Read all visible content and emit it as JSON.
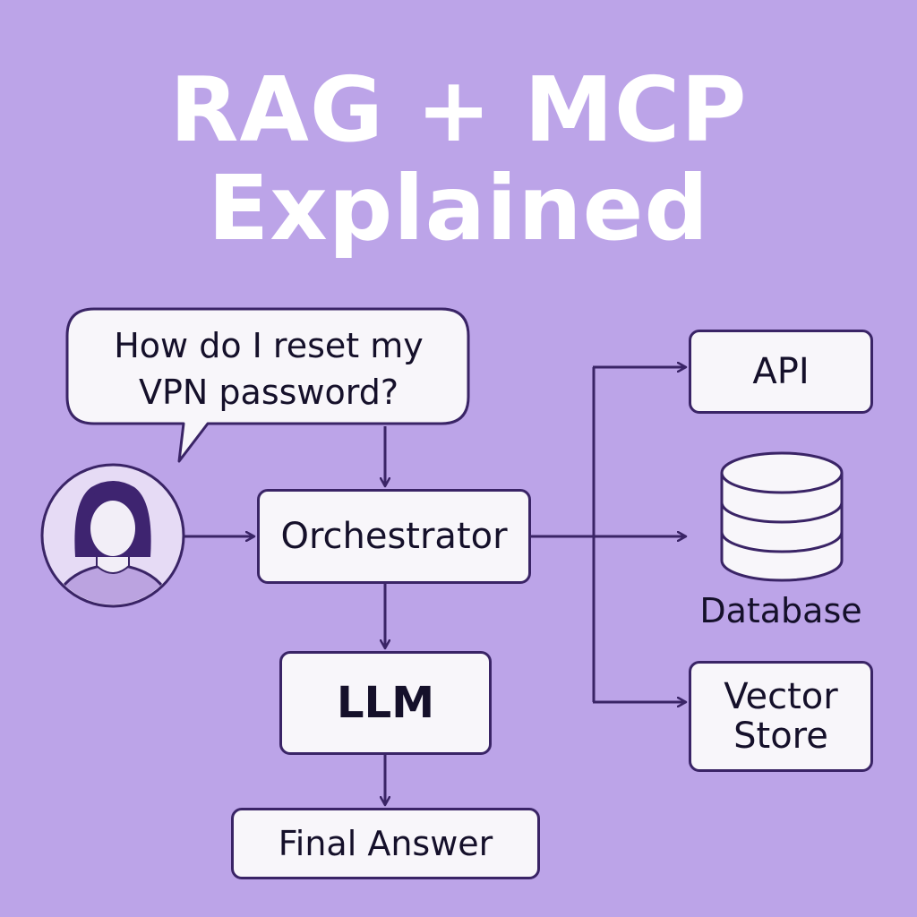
{
  "title": {
    "line1": "RAG + MCP",
    "line2": "Explained"
  },
  "question": {
    "line1": "How do I reset my",
    "line2": "VPN password?"
  },
  "nodes": {
    "orchestrator": "Orchestrator",
    "llm": "LLM",
    "final_answer": "Final Answer",
    "api": "API",
    "database": "Database",
    "vector_store": {
      "line1": "Vector",
      "line2": "Store"
    }
  },
  "icons": {
    "user": "user-avatar-icon",
    "database": "database-icon"
  },
  "colors": {
    "background": "#BCA4E8",
    "title": "#FFFFFF",
    "box_fill": "#F8F6FA",
    "outline": "#3A2466",
    "avatar_fill": "#E6DBF5",
    "person": "#3E2470"
  }
}
